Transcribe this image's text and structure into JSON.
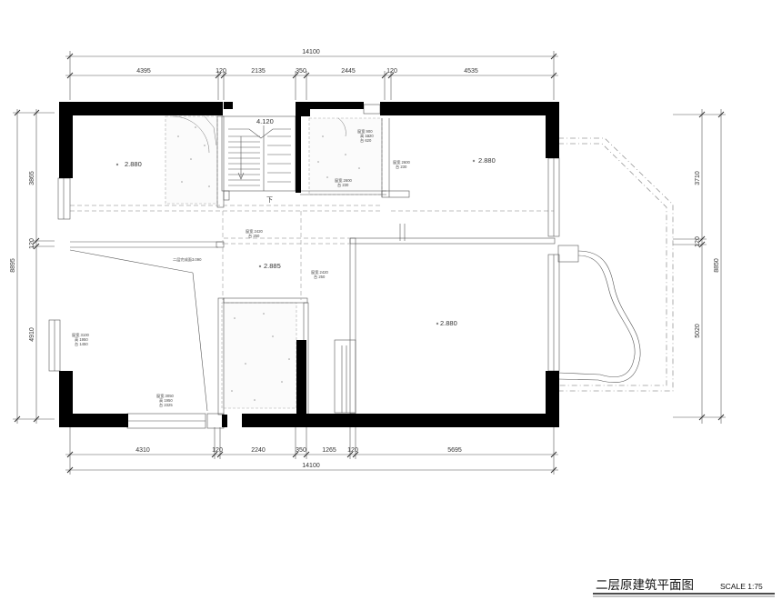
{
  "dimensions": {
    "top_total": "14100",
    "top": [
      "4395",
      "120",
      "2135",
      "350",
      "2445",
      "120",
      "4535"
    ],
    "bottom_total": "14100",
    "bottom": [
      "4310",
      "120",
      "2240",
      "350",
      "1265",
      "120",
      "5695"
    ],
    "left_total": "8895",
    "left": [
      "3865",
      "120",
      "4910"
    ],
    "right_total": "8850",
    "right": [
      "3710",
      "120",
      "5020"
    ]
  },
  "levels": {
    "stair_top": "4.120",
    "room_nw": "2.880",
    "room_ne": "2.880",
    "hall": "2.885",
    "room_se": "2.880"
  },
  "stair_label": "下",
  "notes": {
    "window_1": [
      "窗宽 900",
      "高 1020",
      "台 620"
    ],
    "window_2": [
      "窗宽 2600",
      "台 230"
    ],
    "window_3": [
      "窗宽 2600",
      "台 230"
    ],
    "window_4": [
      "窗宽 2420",
      "台 250"
    ],
    "floor_note": "二层完成面3.090",
    "window_5": [
      "窗宽 2420",
      "台 250"
    ],
    "window_6": [
      "窗宽 3100",
      "高 1950",
      "台 1450"
    ],
    "window_7": [
      "窗宽 3050",
      "高 1950",
      "台 2325"
    ]
  },
  "title": {
    "main": "二层原建筑平面图",
    "scale": "SCALE  1:75"
  }
}
